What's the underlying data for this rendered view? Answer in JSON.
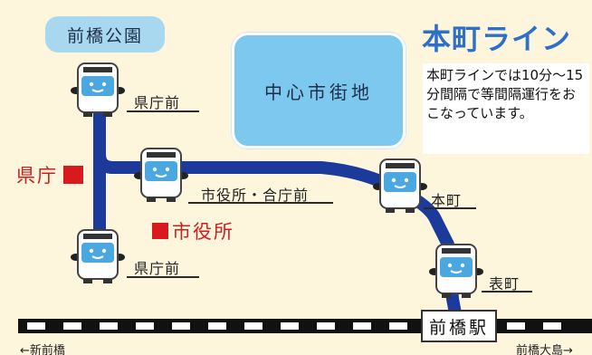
{
  "title": "本町ライン",
  "description": "本町ラインでは10分〜15分間隔で等間隔運行をおこなっています。",
  "park_label": "前橋公園",
  "center_label": "中心市街地",
  "stops": [
    {
      "id": "kencho-mae-north",
      "label": "県庁前"
    },
    {
      "id": "shiyakusho-goucho-mae",
      "label": "市役所・合庁前"
    },
    {
      "id": "honmachi",
      "label": "本町"
    },
    {
      "id": "kencho-mae-south",
      "label": "県庁前"
    },
    {
      "id": "omotecho",
      "label": "表町"
    }
  ],
  "landmarks": {
    "kencho": "県庁",
    "shiyakusho": "市役所"
  },
  "station": "前橋駅",
  "directions": {
    "left": "←新前橋",
    "right": "前橋大島→"
  },
  "colors": {
    "route": "#1c3a9c",
    "title": "#2f6fc8",
    "landmark": "#d8191e",
    "area": "#7cc8ee",
    "background": "#fdf6dc"
  },
  "icons": [
    "bus-icon",
    "landmark-marker-icon",
    "railway-track-icon"
  ]
}
